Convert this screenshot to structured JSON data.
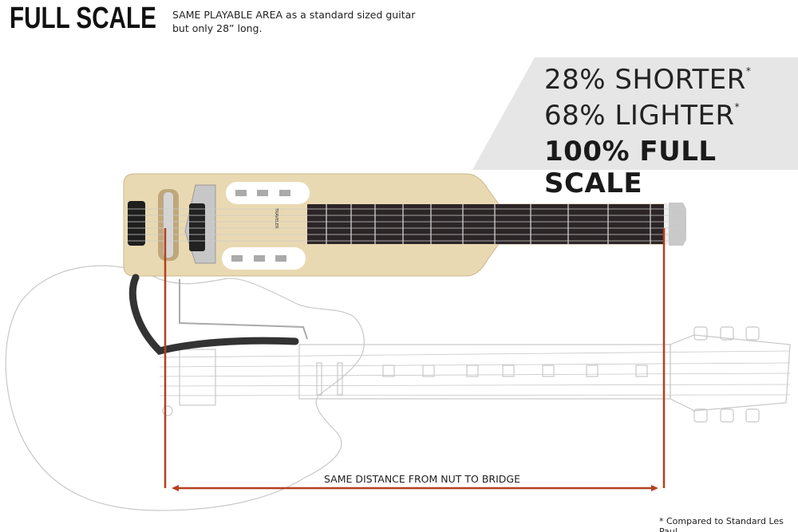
{
  "header": {
    "title": "FULL SCALE",
    "subtitle_line1": "SAME PLAYABLE AREA as a standard sized guitar",
    "subtitle_line2": "but only 28” long."
  },
  "claims": [
    {
      "text": "28% SHORTER",
      "mark": "*"
    },
    {
      "text": "68% LIGHTER",
      "mark": "*"
    },
    {
      "text": "100% FULL SCALE",
      "mark": ""
    }
  ],
  "measurement_label": "SAME DISTANCE FROM NUT TO BRIDGE",
  "footnote": "* Compared to Standard Les Paul",
  "logo_text": "TRAVELER GUITAR",
  "colors": {
    "accent_line": "#b5401f",
    "banner": "#e6e6e6",
    "maple": "#e9d9b2",
    "fretboard": "#2c2527",
    "outline": "#c8c8c8"
  }
}
